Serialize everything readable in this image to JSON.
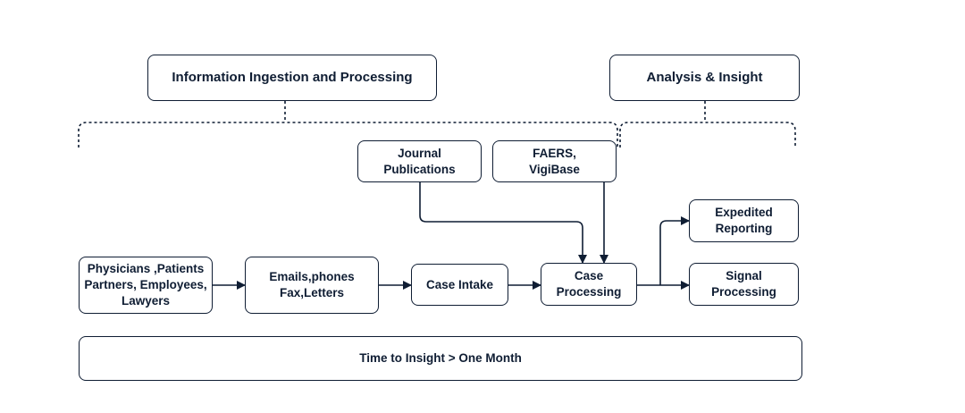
{
  "headers": {
    "ingestion": "Information Ingestion and Processing",
    "analysis": "Analysis & Insight"
  },
  "sources": {
    "journal": "Journal\nPublications",
    "faers": "FAERS,\nVigiBase"
  },
  "flow": {
    "reporters": "Physicians ,Patients\nPartners, Employees,\nLawyers",
    "channels": "Emails,phones\nFax,Letters",
    "intake": "Case Intake",
    "processing": "Case\nProcessing",
    "expedited": "Expedited\nReporting",
    "signal": "Signal\nProcessing"
  },
  "footer": {
    "time_to_insight": "Time to Insight > One Month"
  },
  "colors": {
    "stroke": "#0f1d33",
    "background": "#ffffff"
  }
}
